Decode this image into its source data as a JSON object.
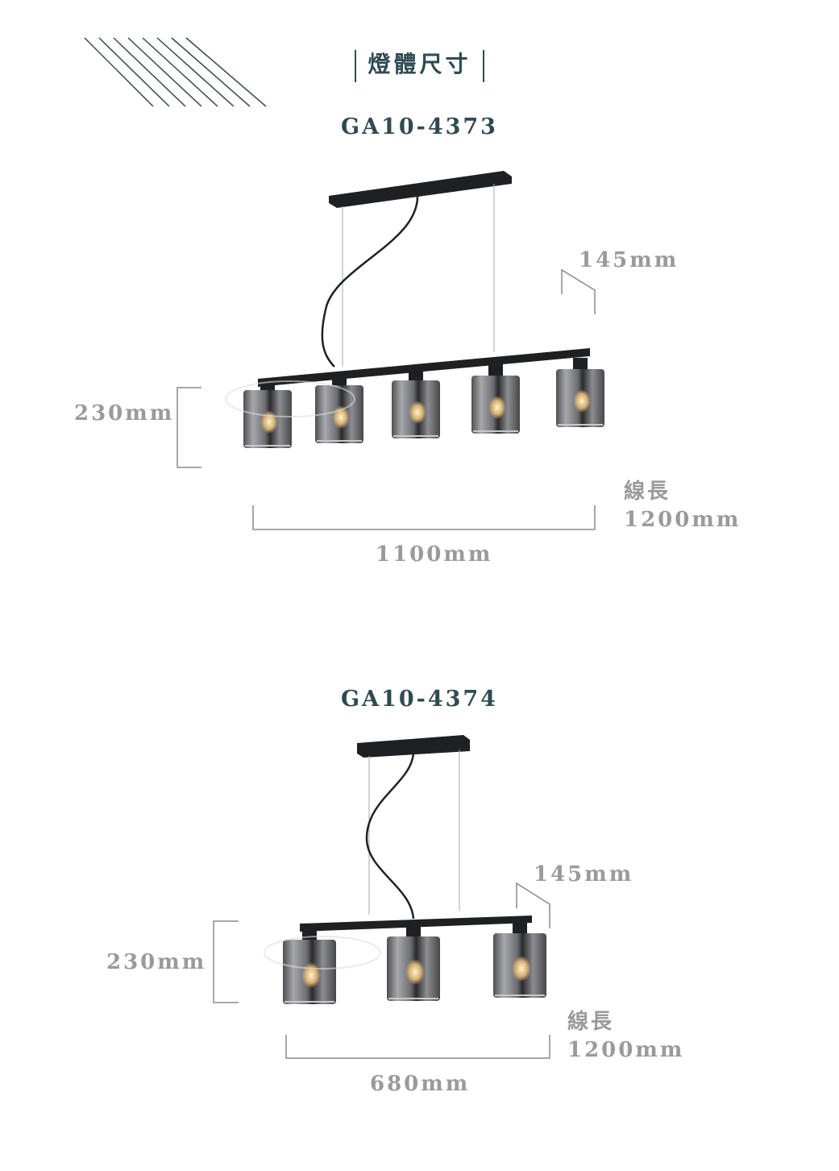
{
  "header": {
    "title": "燈體尺寸"
  },
  "products": [
    {
      "model": "GA10-4373",
      "lamp_count": 5,
      "height": "230mm",
      "shade_diameter": "145mm",
      "width": "1100mm",
      "cord_label": "線長",
      "cord_length": "1200mm"
    },
    {
      "model": "GA10-4374",
      "lamp_count": 3,
      "height": "230mm",
      "shade_diameter": "145mm",
      "width": "680mm",
      "cord_label": "線長",
      "cord_length": "1200mm"
    }
  ],
  "colors": {
    "title": "#2f4a52",
    "dimension": "#9a9a9a",
    "line": "#888888",
    "metal": "#1e2124"
  }
}
